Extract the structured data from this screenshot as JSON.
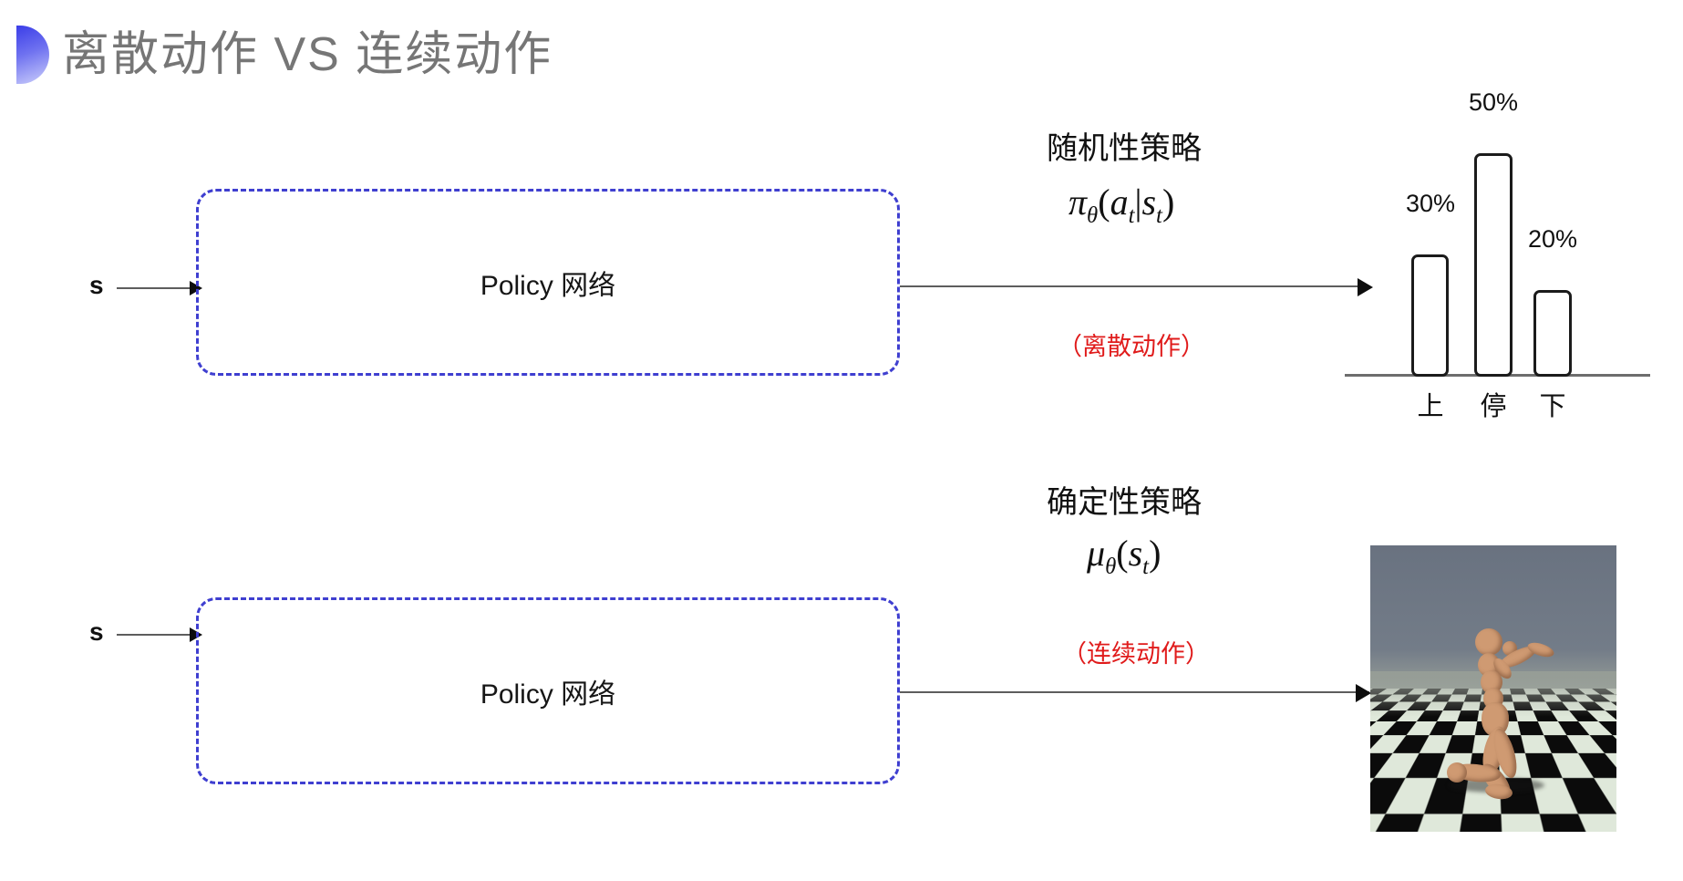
{
  "slide": {
    "title": "离散动作 VS 连续动作",
    "background_color": "#ffffff",
    "title_color": "#767676",
    "bullet_color": "#3b3ee8"
  },
  "rows": [
    {
      "state_label": "s",
      "box_label": "Policy 网络",
      "box_border_color": "#3f3fd0",
      "policy_name": "随机性策略",
      "policy_formula": "πθ(at|st)",
      "action_note": "（离散动作）",
      "action_note_color": "#e01b1b",
      "output_kind": "bar-chart"
    },
    {
      "state_label": "s",
      "box_label": "Policy 网络",
      "box_border_color": "#3f3fd0",
      "policy_name": "确定性策略",
      "policy_formula": "μθ(st)",
      "action_note": "（连续动作）",
      "action_note_color": "#e01b1b",
      "output_kind": "humanoid-sim"
    }
  ],
  "formula_parts": {
    "pi": "π",
    "mu": "μ",
    "theta": "θ",
    "open_paren": "(",
    "close_paren": ")",
    "a": "a",
    "s": "s",
    "t": "t",
    "bar": "|"
  },
  "chart_data": {
    "type": "bar",
    "title": "",
    "categories": [
      "上",
      "停",
      "下"
    ],
    "values": [
      30,
      50,
      20
    ],
    "value_labels": [
      "30%",
      "50%",
      "20%"
    ],
    "xlabel": "",
    "ylabel": "",
    "ylim": [
      0,
      60
    ],
    "grid": false,
    "legend": "none",
    "bar_style": "outlined-rounded",
    "bar_border_color": "#1b1b1b",
    "bar_fill_color": "#ffffff",
    "baseline_color": "#6d6d6d"
  },
  "humanoid": {
    "label": "mujoco-humanoid-simulation",
    "sky_color": "#6d7683",
    "floor_colors": [
      "#0b0b0b",
      "#dfe8da"
    ],
    "body_color": "#cf9a72"
  }
}
